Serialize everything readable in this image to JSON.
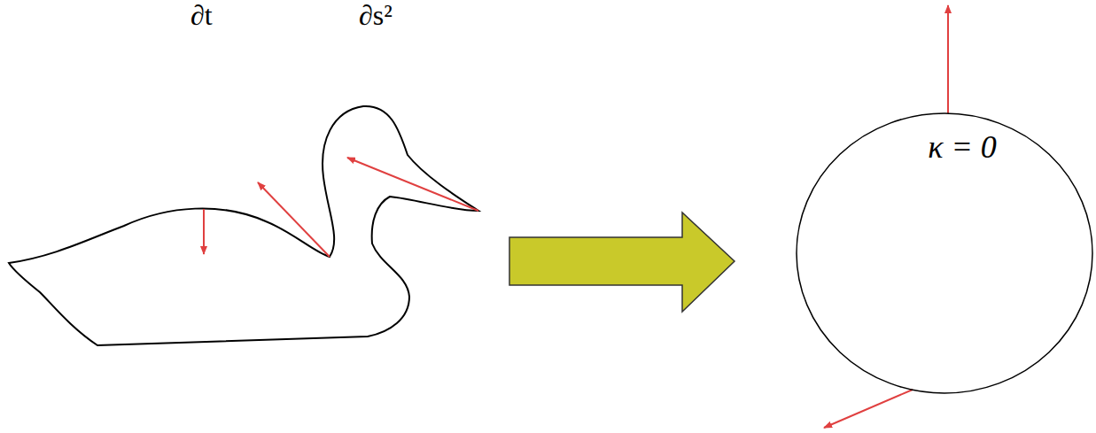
{
  "diagram": {
    "nodes": [
      {
        "text": [
          "κ = 0"
        ]
      }
    ],
    "labels": [
      "∂t",
      "∂s²"
    ]
  }
}
